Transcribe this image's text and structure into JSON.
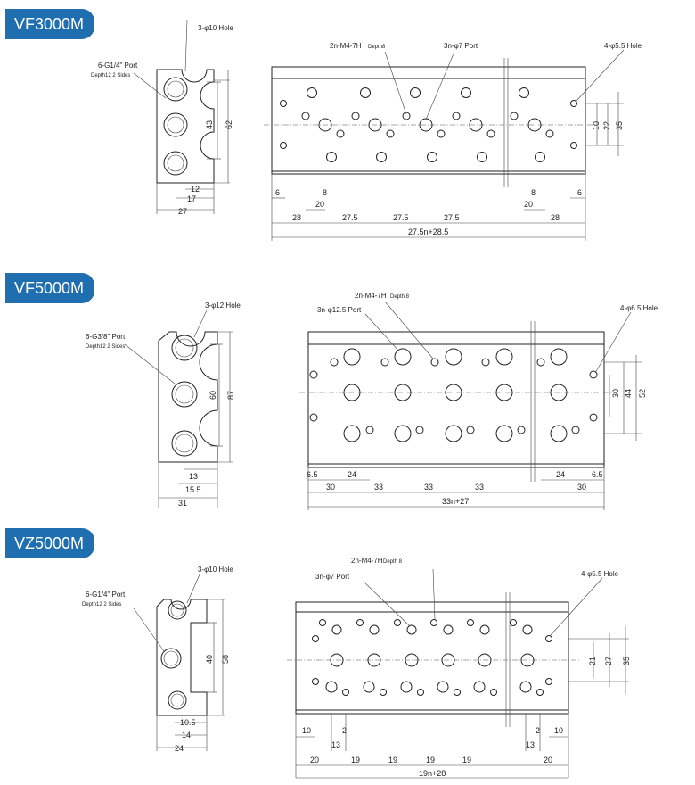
{
  "sections": [
    {
      "title": "VF3000M",
      "side": {
        "hole": "3-φ10 Hole",
        "port": "6-G1/4\" Port",
        "port_depth": "Depth12  2 Sides",
        "dims": [
          "43",
          "62",
          "12",
          "17",
          "27"
        ]
      },
      "front": {
        "tap": "2n-M4-7H",
        "tap_depth": "Depth8",
        "port": "3n-φ7  Port",
        "hole": "4-φ5.5 Hole",
        "right_dims": [
          "10",
          "22",
          "35"
        ],
        "bottom_small": [
          "6",
          "8",
          "20",
          "8",
          "20",
          "6"
        ],
        "pitch": [
          "28",
          "27.5",
          "27.5",
          "27.5",
          "28"
        ],
        "total": "27.5n+28.5"
      }
    },
    {
      "title": "VF5000M",
      "side": {
        "hole": "3-φ12 Hole",
        "port": "6-G3/8\" Port",
        "port_depth": "Depth12  2 Sides",
        "dims": [
          "60",
          "87",
          "13",
          "15.5",
          "31"
        ]
      },
      "front": {
        "tap": "2n-M4-7H",
        "tap_depth": "Depth 8",
        "port": "3n-φ12.5 Port",
        "hole": "4-φ6.5 Hole",
        "right_dims": [
          "30",
          "44",
          "52"
        ],
        "bottom_small": [
          "6.5",
          "24",
          "24",
          "6.5"
        ],
        "pitch": [
          "30",
          "33",
          "33",
          "33",
          "30"
        ],
        "total": "33n+27"
      }
    },
    {
      "title": "VZ5000M",
      "side": {
        "hole": "3-φ10 Hole",
        "port": "6-G1/4\" Port",
        "port_depth": "Depth12  2 Sides",
        "dims": [
          "40",
          "58",
          "10.5",
          "14",
          "24"
        ]
      },
      "front": {
        "tap": "2n-M4-7H",
        "tap_depth": "Depth 8",
        "port": "3n-φ7  Port",
        "hole": "4-φ5.5 Hole",
        "right_dims": [
          "21",
          "27",
          "35"
        ],
        "bottom_small": [
          "10",
          "2",
          "13",
          "13",
          "2",
          "10"
        ],
        "pitch": [
          "20",
          "19",
          "19",
          "19",
          "19",
          "20"
        ],
        "total": "19n+28"
      }
    }
  ]
}
